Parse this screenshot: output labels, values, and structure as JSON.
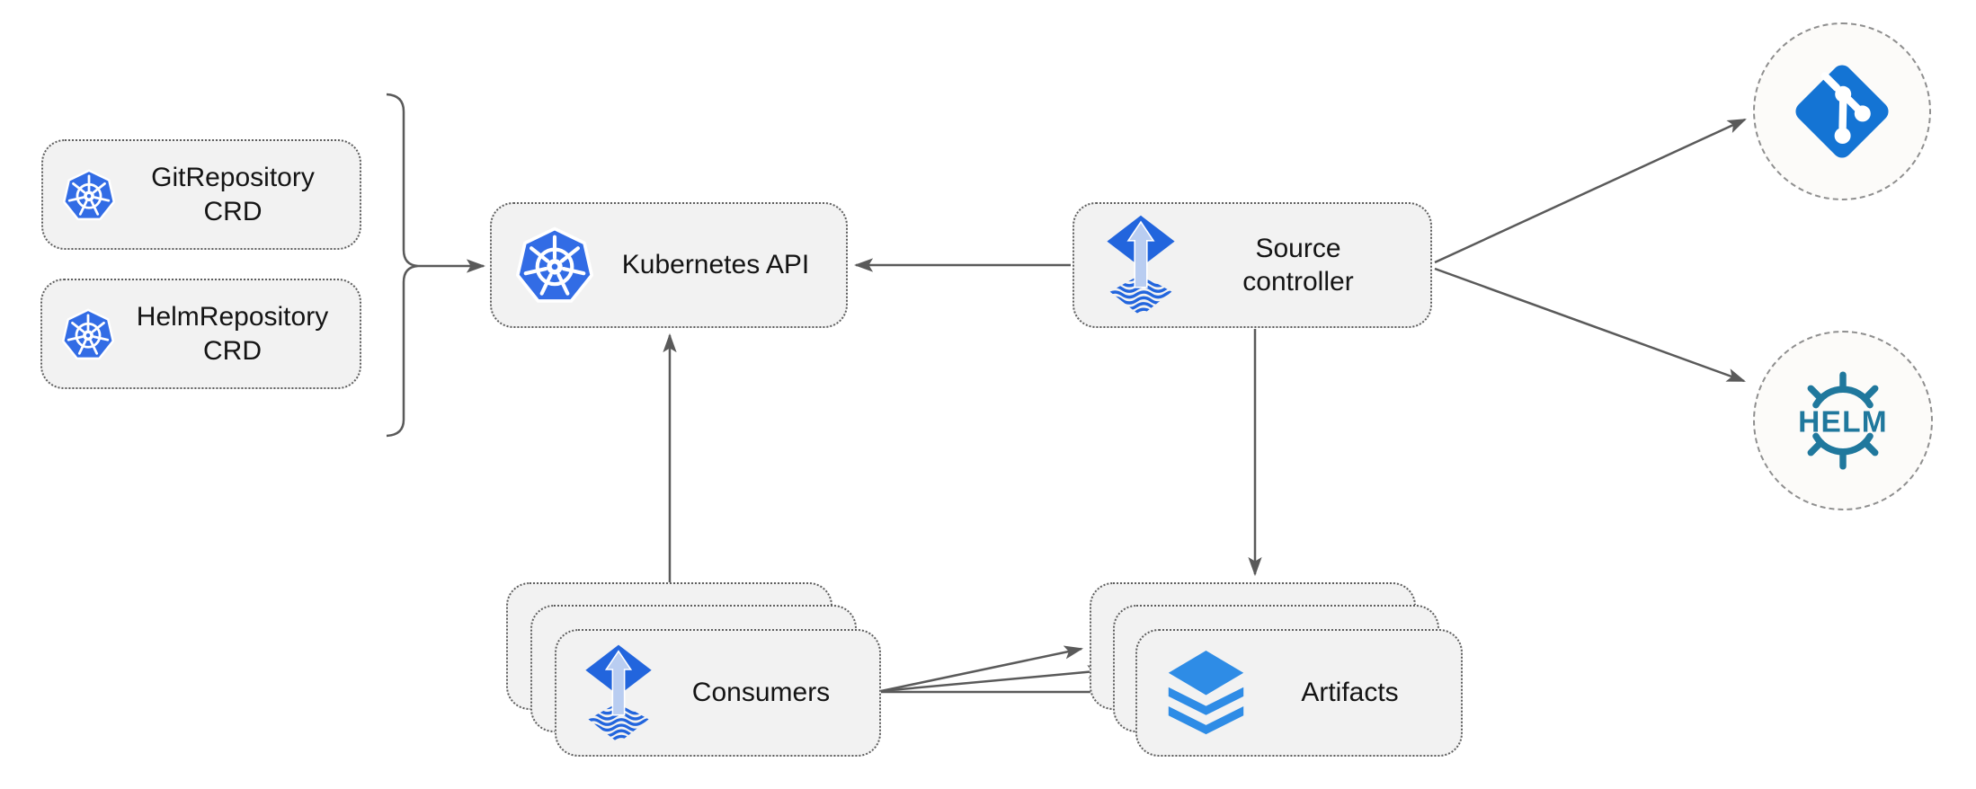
{
  "nodes": {
    "git_repository_crd": {
      "label": "GitRepository CRD",
      "icon": "kubernetes-icon"
    },
    "helm_repository_crd": {
      "label": "HelmRepository CRD",
      "icon": "kubernetes-icon"
    },
    "kubernetes_api": {
      "label": "Kubernetes API",
      "icon": "kubernetes-icon"
    },
    "source_controller": {
      "label": "Source controller",
      "icon": "flux-icon"
    },
    "consumers": {
      "label": "Consumers",
      "icon": "flux-icon",
      "stacked": 3
    },
    "artifacts": {
      "label": "Artifacts",
      "icon": "layers-icon",
      "stacked": 3
    },
    "git_endpoint": {
      "label": "",
      "icon": "git-icon"
    },
    "helm_endpoint": {
      "label": "HELM",
      "icon": "helm-icon"
    }
  },
  "edges": [
    {
      "from": "git_repository_crd,helm_repository_crd",
      "to": "kubernetes_api",
      "via": "brace"
    },
    {
      "from": "source_controller",
      "to": "kubernetes_api"
    },
    {
      "from": "source_controller",
      "to": "git_endpoint"
    },
    {
      "from": "source_controller",
      "to": "helm_endpoint"
    },
    {
      "from": "source_controller",
      "to": "artifacts"
    },
    {
      "from": "consumers",
      "to": "kubernetes_api"
    },
    {
      "from": "consumers",
      "to": "artifacts",
      "count": 3
    }
  ],
  "icons": {
    "kubernetes-icon": "blue heptagon with white ship wheel",
    "flux-icon": "blue diamond with light upward arrow over wavy stripes",
    "git-icon": "blue rotated square with white branch graph",
    "helm-icon": "teal ship wheel with HELM wordmark",
    "layers-icon": "three stacked blue diamonds"
  },
  "colors": {
    "background": "#ffffff",
    "node_fill": "#f2f2f2",
    "node_border": "#5e5e5e",
    "endpoint_fill": "#fcfbf9",
    "endpoint_border": "#8f8f8f",
    "arrow": "#5a5a5a",
    "text": "#141414",
    "kubernetes_blue": "#326ce5",
    "flux_blue": "#2265dd",
    "flux_arrow_light": "#b9cdf1",
    "git_blue": "#1474d4",
    "helm_teal": "#20789d",
    "layers_blue": "#2e8ce6"
  }
}
